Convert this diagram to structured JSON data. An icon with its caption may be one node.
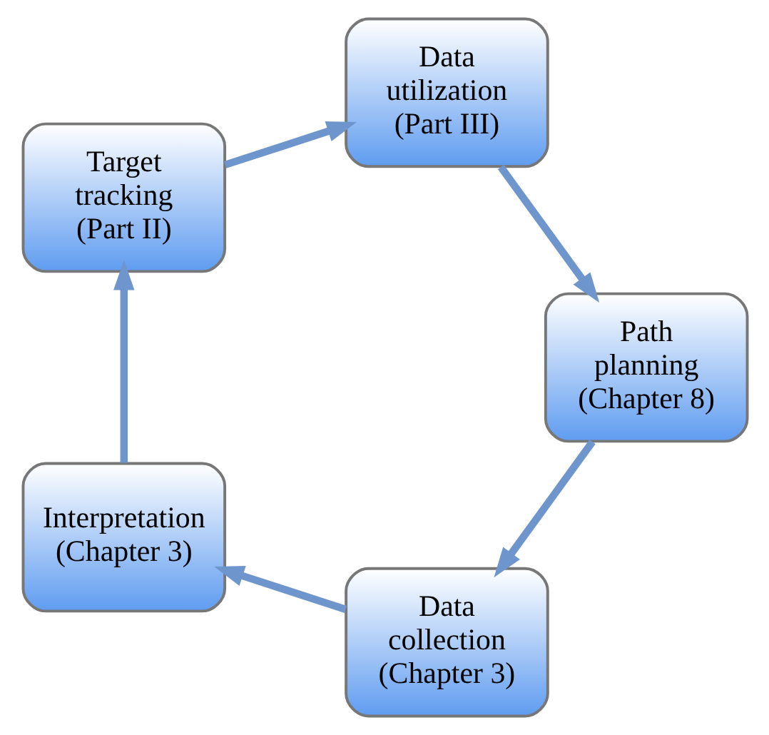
{
  "diagram": {
    "nodes": [
      {
        "text": [
          "Data collection (Chapter 3)"
        ]
      },
      {
        "text": [
          "Interpretation (Chapter 3)"
        ]
      },
      {
        "text": [
          "Target tracking (Part II)"
        ]
      },
      {
        "text": [
          "Data utilization (Part III)"
        ]
      },
      {
        "text": [
          "Path planning (Chapter 8)"
        ]
      }
    ],
    "edges": [
      {
        "from": 0,
        "to": 1,
        "arrow": "to"
      },
      {
        "from": 1,
        "to": 2,
        "arrow": "to"
      },
      {
        "from": 2,
        "to": 3,
        "arrow": "to"
      },
      {
        "from": 3,
        "to": 4,
        "arrow": "to"
      },
      {
        "from": 4,
        "to": 0,
        "arrow": "to"
      }
    ]
  }
}
